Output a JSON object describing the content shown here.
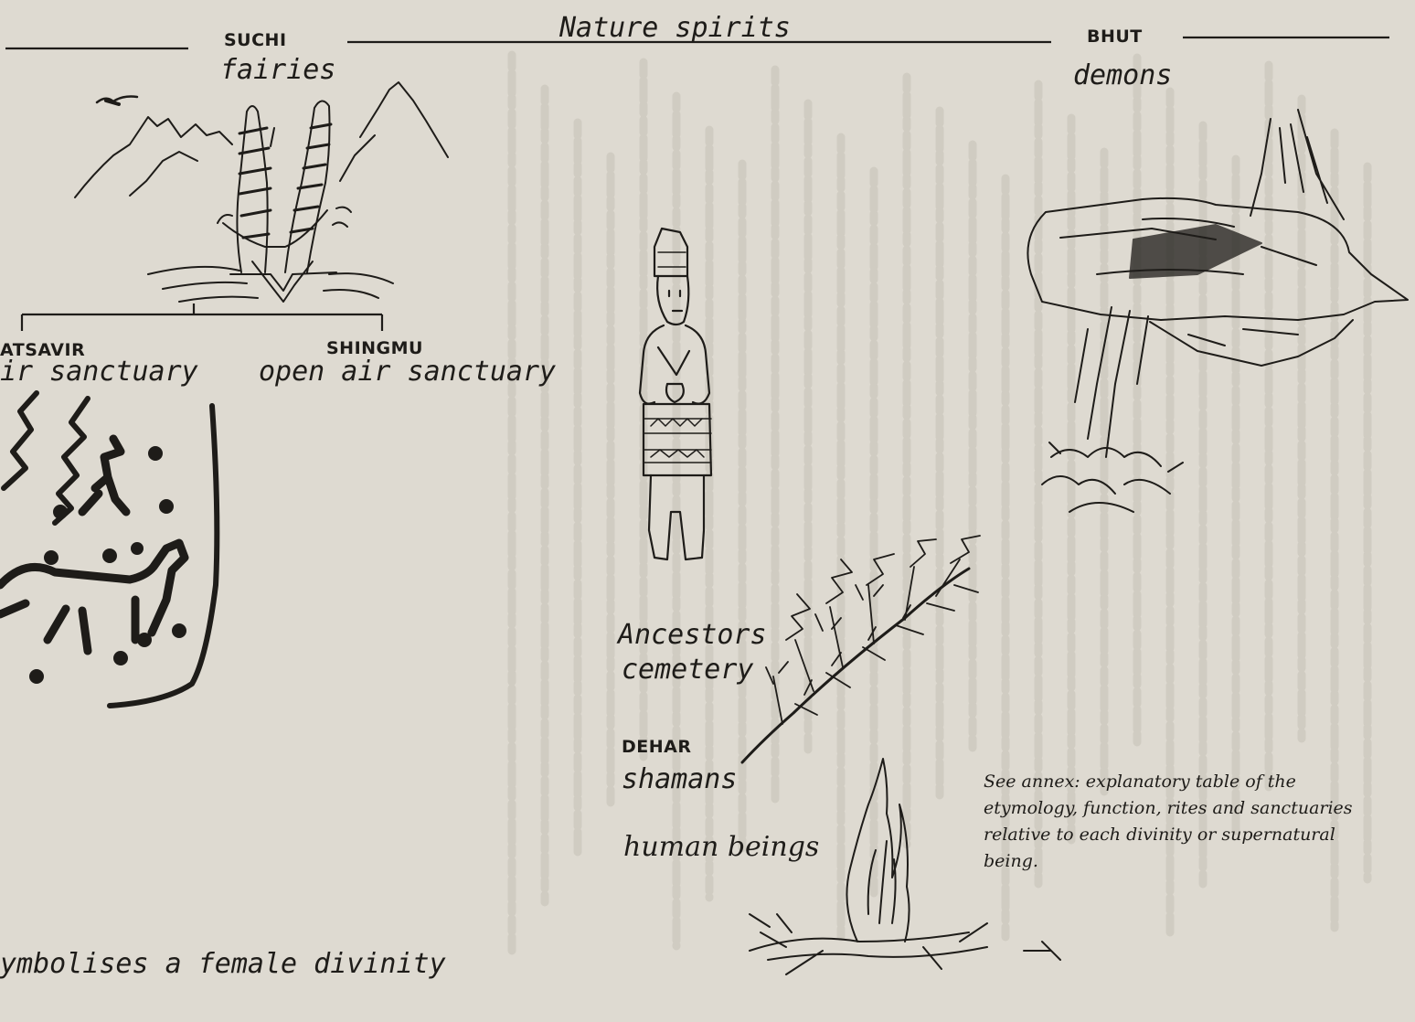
{
  "header": {
    "title": "Nature spirits",
    "suchi": {
      "name": "SUCHI",
      "gloss": "fairies"
    },
    "bhut": {
      "name": "BHUT",
      "gloss": "demons"
    }
  },
  "branches": {
    "left": {
      "name": "ATSAVIR",
      "gloss": "ir sanctuary"
    },
    "right": {
      "name": "SHINGMU",
      "gloss": "open air sanctuary"
    }
  },
  "center": {
    "ancestors": [
      "Ancestors",
      "cemetery"
    ],
    "dehar": {
      "name": "DEHAR",
      "gloss": "shamans"
    },
    "humans": "human beings"
  },
  "annex_note": "See annex: explanatory table of the etymology, function, rites and sanctuaries relative to each divinity or supernatural being.",
  "footer_caption": "ymbolises a female divinity",
  "colors": {
    "paper": "#dedad1",
    "ink": "#1e1c19"
  },
  "icons": [
    "mountain-goat-drawing",
    "bird-icon",
    "petroglyph-drawing",
    "carved-ancestor-statue",
    "juniper-branch-drawing",
    "fire-drawing",
    "rock-and-tree-drawing"
  ]
}
